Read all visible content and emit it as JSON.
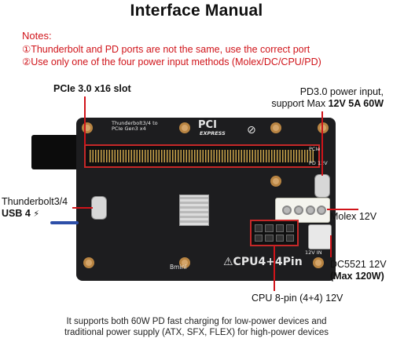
{
  "title": "Interface Manual",
  "notes": {
    "heading": "Notes:",
    "items": [
      "①Thunderbolt and PD ports are not the same, use the correct port",
      "②Use only one of the four power input methods (Molex/DC/CPU/PD)"
    ]
  },
  "labels": {
    "pcie_slot": "PCIe 3.0 x16 slot",
    "pd_line1": "PD3.0 power input,",
    "pd_line2_pre": "support Max ",
    "pd_line2_bold": "12V 5A 60W",
    "thunderbolt_line1": "Thunderbolt3/4",
    "thunderbolt_line2": "USB 4",
    "molex": "Molex 12V",
    "dc_line1": "DC5521 12V",
    "dc_line2": "(Max 120W)",
    "cpu": "CPU 8-pin (4+4) 12V"
  },
  "board_silk": {
    "top_left": "Thunderbolt3/4 to PCIe Gen3 x4",
    "pci": "PCI",
    "express": "EXPRESS",
    "pcie_right": "PCIe",
    "pd_right": "PD 12V",
    "cpu_right": "12V IN",
    "cpu_text": "⚠CPU4+4Pin",
    "brand": "Bmini"
  },
  "footer": {
    "line1": "It supports both 60W PD fast charging for low-power devices and",
    "line2": "traditional power supply (ATX, SFX, FLEX) for high-power devices"
  },
  "colors": {
    "accent": "#d0141a",
    "board": "#1d1d1f"
  }
}
